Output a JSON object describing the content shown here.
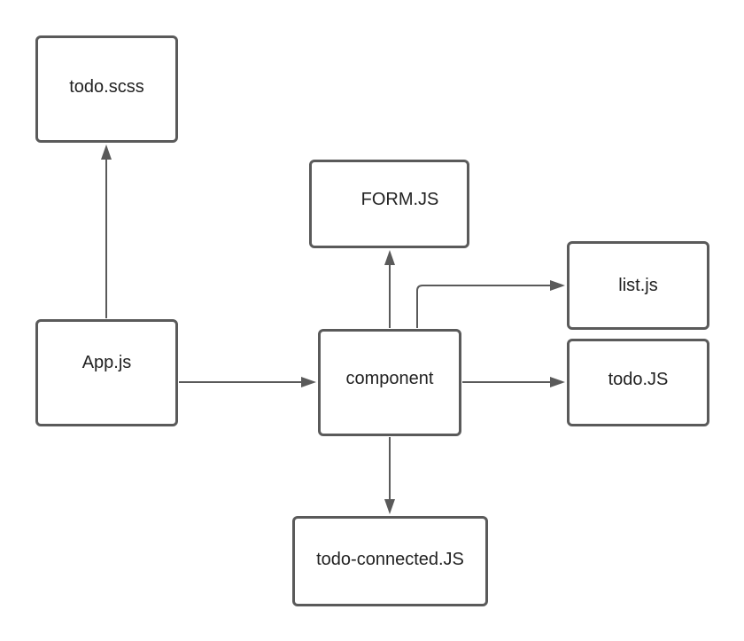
{
  "colors": {
    "stroke": "#5a5a5a",
    "text": "#222222",
    "background": "#ffffff"
  },
  "nodes": {
    "todo_scss": "todo.scss",
    "form_js": "FORM.JS",
    "list_js": "list.js",
    "app_js": "App.js",
    "component": "component",
    "todo_js": "todo.JS",
    "todo_connected_js": "todo-connected.JS"
  },
  "edges": [
    {
      "from": "App.js",
      "to": "todo.scss"
    },
    {
      "from": "App.js",
      "to": "component"
    },
    {
      "from": "component",
      "to": "FORM.JS"
    },
    {
      "from": "component",
      "to": "list.js"
    },
    {
      "from": "component",
      "to": "todo.JS"
    },
    {
      "from": "component",
      "to": "todo-connected.JS"
    }
  ]
}
